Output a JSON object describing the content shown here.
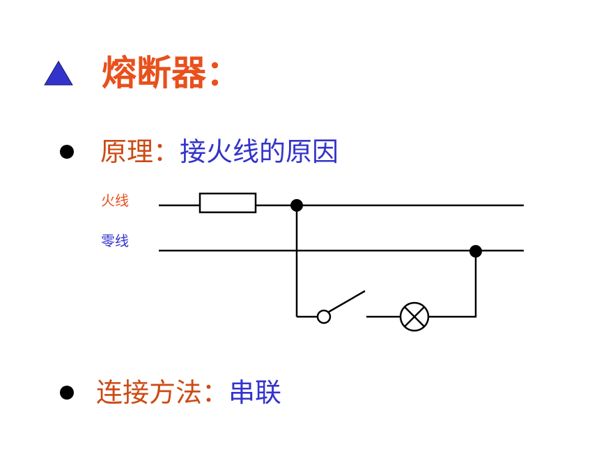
{
  "heading": {
    "title": "熔断器：",
    "marker": "triangle-icon",
    "marker_color": "#3333cc",
    "title_color": "#e8501c"
  },
  "principle": {
    "label": "原理：",
    "value": "接火线的原因",
    "label_color": "#cc4a14",
    "value_color": "#3333cc"
  },
  "diagram": {
    "live_wire_label": "火线",
    "neutral_wire_label": "零线",
    "components": [
      "fuse",
      "switch",
      "lamp"
    ]
  },
  "connection": {
    "label": "连接方法：",
    "value": "串联",
    "label_color": "#cc4a14",
    "value_color": "#3333cc"
  }
}
